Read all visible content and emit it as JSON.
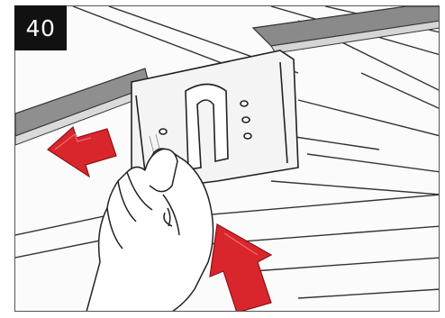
{
  "step": {
    "number": "40",
    "badge_color": "#111111",
    "badge_text_color": "#ffffff"
  },
  "illustration": {
    "icons": [
      "bracket-illustration",
      "hand-illustration",
      "arrow-left-icon",
      "arrow-up-icon"
    ],
    "arrow_color": "#d9262c"
  }
}
